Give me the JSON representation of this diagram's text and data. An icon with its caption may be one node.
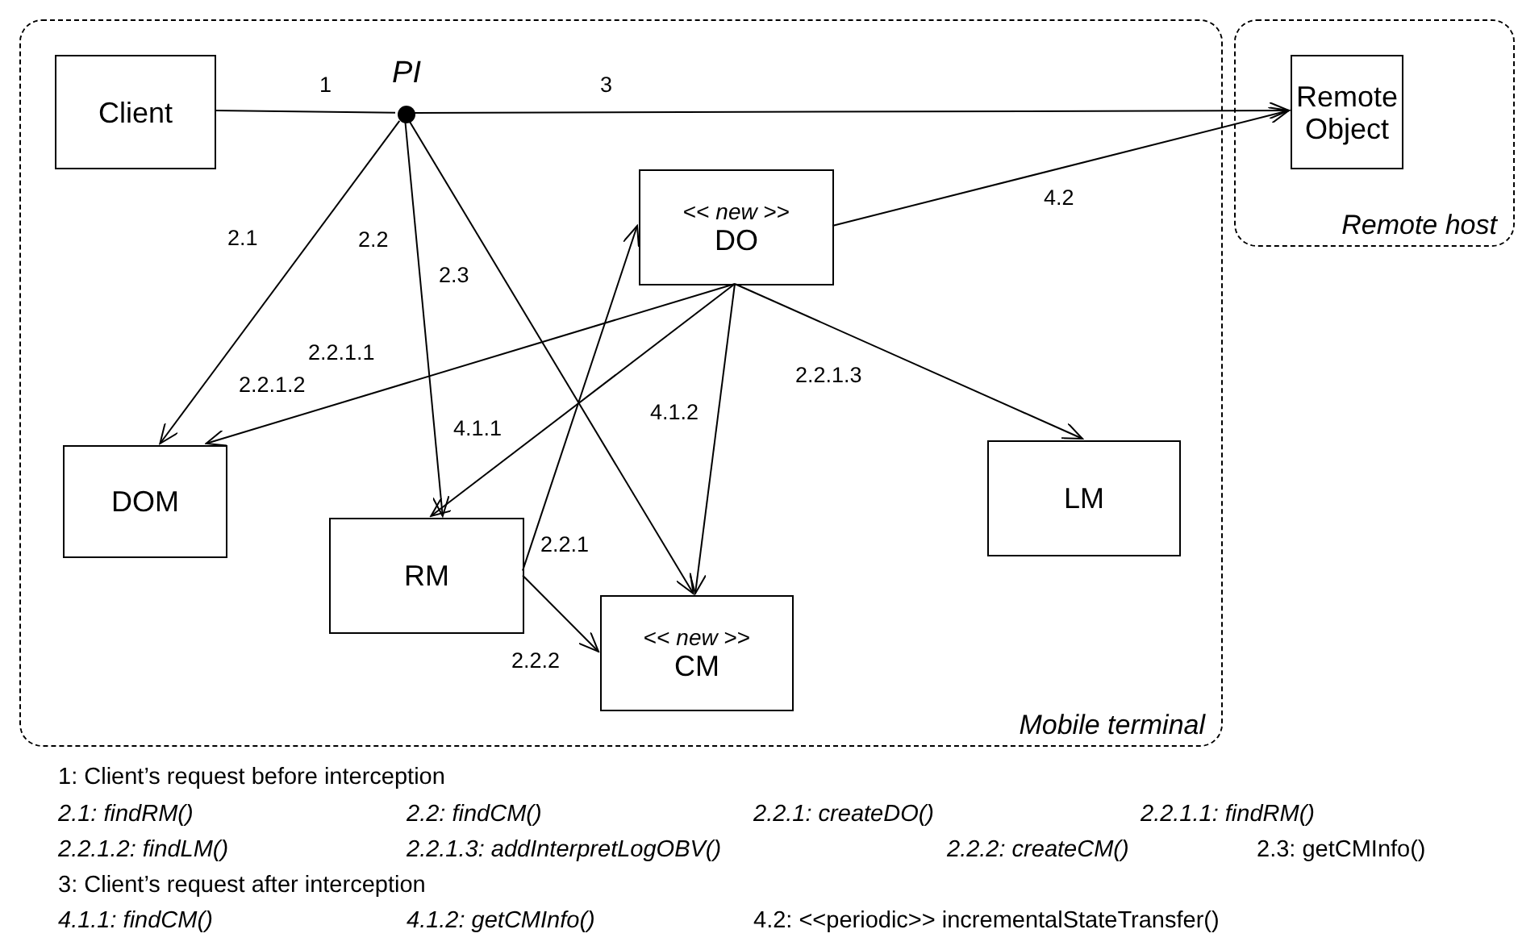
{
  "diagram": {
    "nodes": [
      {
        "text": [
          "Mobile terminal"
        ]
      },
      {
        "text": [
          "Remote host"
        ]
      },
      {
        "text": [
          "Client"
        ],
        "in": 0
      },
      {
        "text": [
          "PI"
        ],
        "in": 0
      },
      {
        "text": [
          "Remote Object"
        ],
        "in": 1
      },
      {
        "text": [
          "<< *new* >>",
          "DO"
        ],
        "in": 0
      },
      {
        "text": [
          "DOM"
        ],
        "in": 0
      },
      {
        "text": [
          "LM"
        ],
        "in": 0
      },
      {
        "text": [
          "RM"
        ],
        "in": 0
      },
      {
        "text": [
          "<< *new* >>",
          "CM"
        ],
        "in": 0
      }
    ],
    "edges": [
      {
        "from": 2,
        "to": 3,
        "arrow": "none",
        "label": "1"
      },
      {
        "from": 3,
        "to": 4,
        "arrow": "to",
        "label": "3"
      },
      {
        "from": 3,
        "to": 6,
        "arrow": "to",
        "label": "2.1"
      },
      {
        "from": 3,
        "to": 8,
        "arrow": "to",
        "label": "2.2"
      },
      {
        "from": 3,
        "to": 9,
        "arrow": "to",
        "label": "2.3"
      },
      {
        "from": 5,
        "to": 6,
        "arrow": "to",
        "label": "2.2.1.1"
      },
      {
        "from": 5,
        "to": 8,
        "arrow": "to",
        "label": "4.1.1"
      },
      {
        "from": 5,
        "to": 9,
        "arrow": "to",
        "label": "4.1.2"
      },
      {
        "from": 5,
        "to": 7,
        "arrow": "to",
        "label": "2.2.1.3"
      },
      {
        "from": 5,
        "to": 4,
        "arrow": "to",
        "label": "4.2"
      },
      {
        "from": 8,
        "to": 5,
        "arrow": "to",
        "label": "2.2.1"
      },
      {
        "from": 8,
        "to": 9,
        "arrow": "to",
        "label": "2.2.2"
      }
    ],
    "labels": [
      "2.2.1.2",
      "1: Client’s request before interception",
      "2.1: findRM()",
      "2.2: findCM()",
      "2.2.1: createDO()",
      "2.2.1.1: findRM()",
      "2.2.1.2: findLM()",
      "2.2.1.3: addInterpretLogOBV()",
      "2.2.2: createCM()",
      "2.3: getCMInfo()",
      "3: Client’s request after interception",
      "4.1.1: findCM()",
      "4.1.2: getCMInfo()",
      "4.2: <<periodic>> incrementalStateTransfer()"
    ]
  }
}
